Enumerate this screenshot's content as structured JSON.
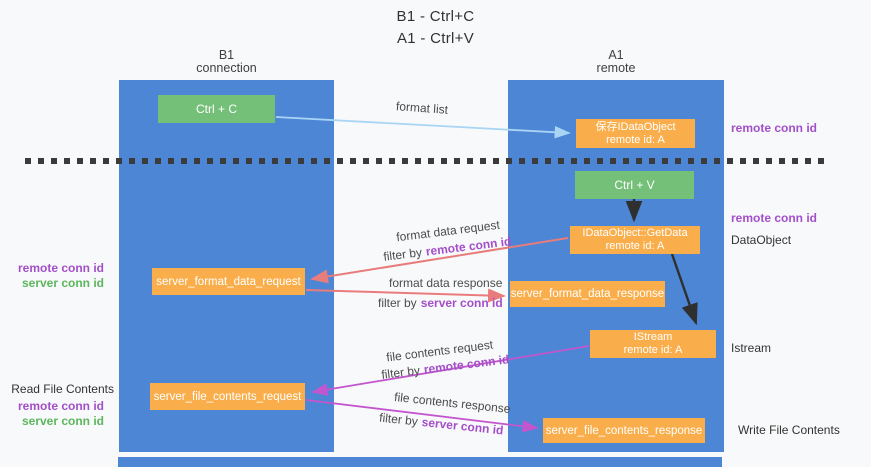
{
  "title": {
    "line1": "B1 - Ctrl+C",
    "line2": "A1 - Ctrl+V"
  },
  "lanes": {
    "left": {
      "title": "B1",
      "subtitle": "connection"
    },
    "right": {
      "title": "A1",
      "subtitle": "remote"
    }
  },
  "nodes": {
    "ctrl_c": "Ctrl + C",
    "save_idataobject": {
      "line1": "保存IDataObject",
      "line2": "remote id: A"
    },
    "ctrl_v": "Ctrl + V",
    "getdata": {
      "line1": "IDataObject::GetData",
      "line2": "remote id: A"
    },
    "format_request": "server_format_data_request",
    "format_response": "server_format_data_response",
    "istream": {
      "line1": "IStream",
      "line2": "remote id: A"
    },
    "file_request": "server_file_contents_request",
    "file_response": "server_file_contents_response"
  },
  "flow_labels": {
    "format_list": "format list",
    "format_data_request": "format data request",
    "format_data_response": "format data response",
    "file_contents_request": "file contents request",
    "file_contents_response": "file contents response",
    "filter_prefix": "filter by",
    "remote_conn_id": "remote conn id",
    "server_conn_id": "server conn id"
  },
  "side_labels": {
    "right_remote_conn_id_top": "remote conn id",
    "right_remote_conn_id_mid": "remote conn id",
    "right_dataobject": "DataObject",
    "right_istream": "Istream",
    "right_write_file_contents": "Write File Contents",
    "left_remote_conn_id_mid": "remote conn id",
    "left_server_conn_id_mid": "server conn id",
    "left_read_file_contents": "Read File Contents",
    "left_remote_conn_id_bottom": "remote conn id",
    "left_server_conn_id_bottom": "server conn id"
  },
  "colors": {
    "lane_blue": "#4d86d5",
    "box_green": "#75c078",
    "box_orange": "#f9ae4b",
    "purple_text": "#a34fc9",
    "green_text": "#5cb65c",
    "arrow_salmon": "#e87c7c",
    "arrow_magenta": "#c356ce",
    "arrow_lightblue": "#a9d5f5",
    "arrow_black": "#2f2f2f"
  }
}
